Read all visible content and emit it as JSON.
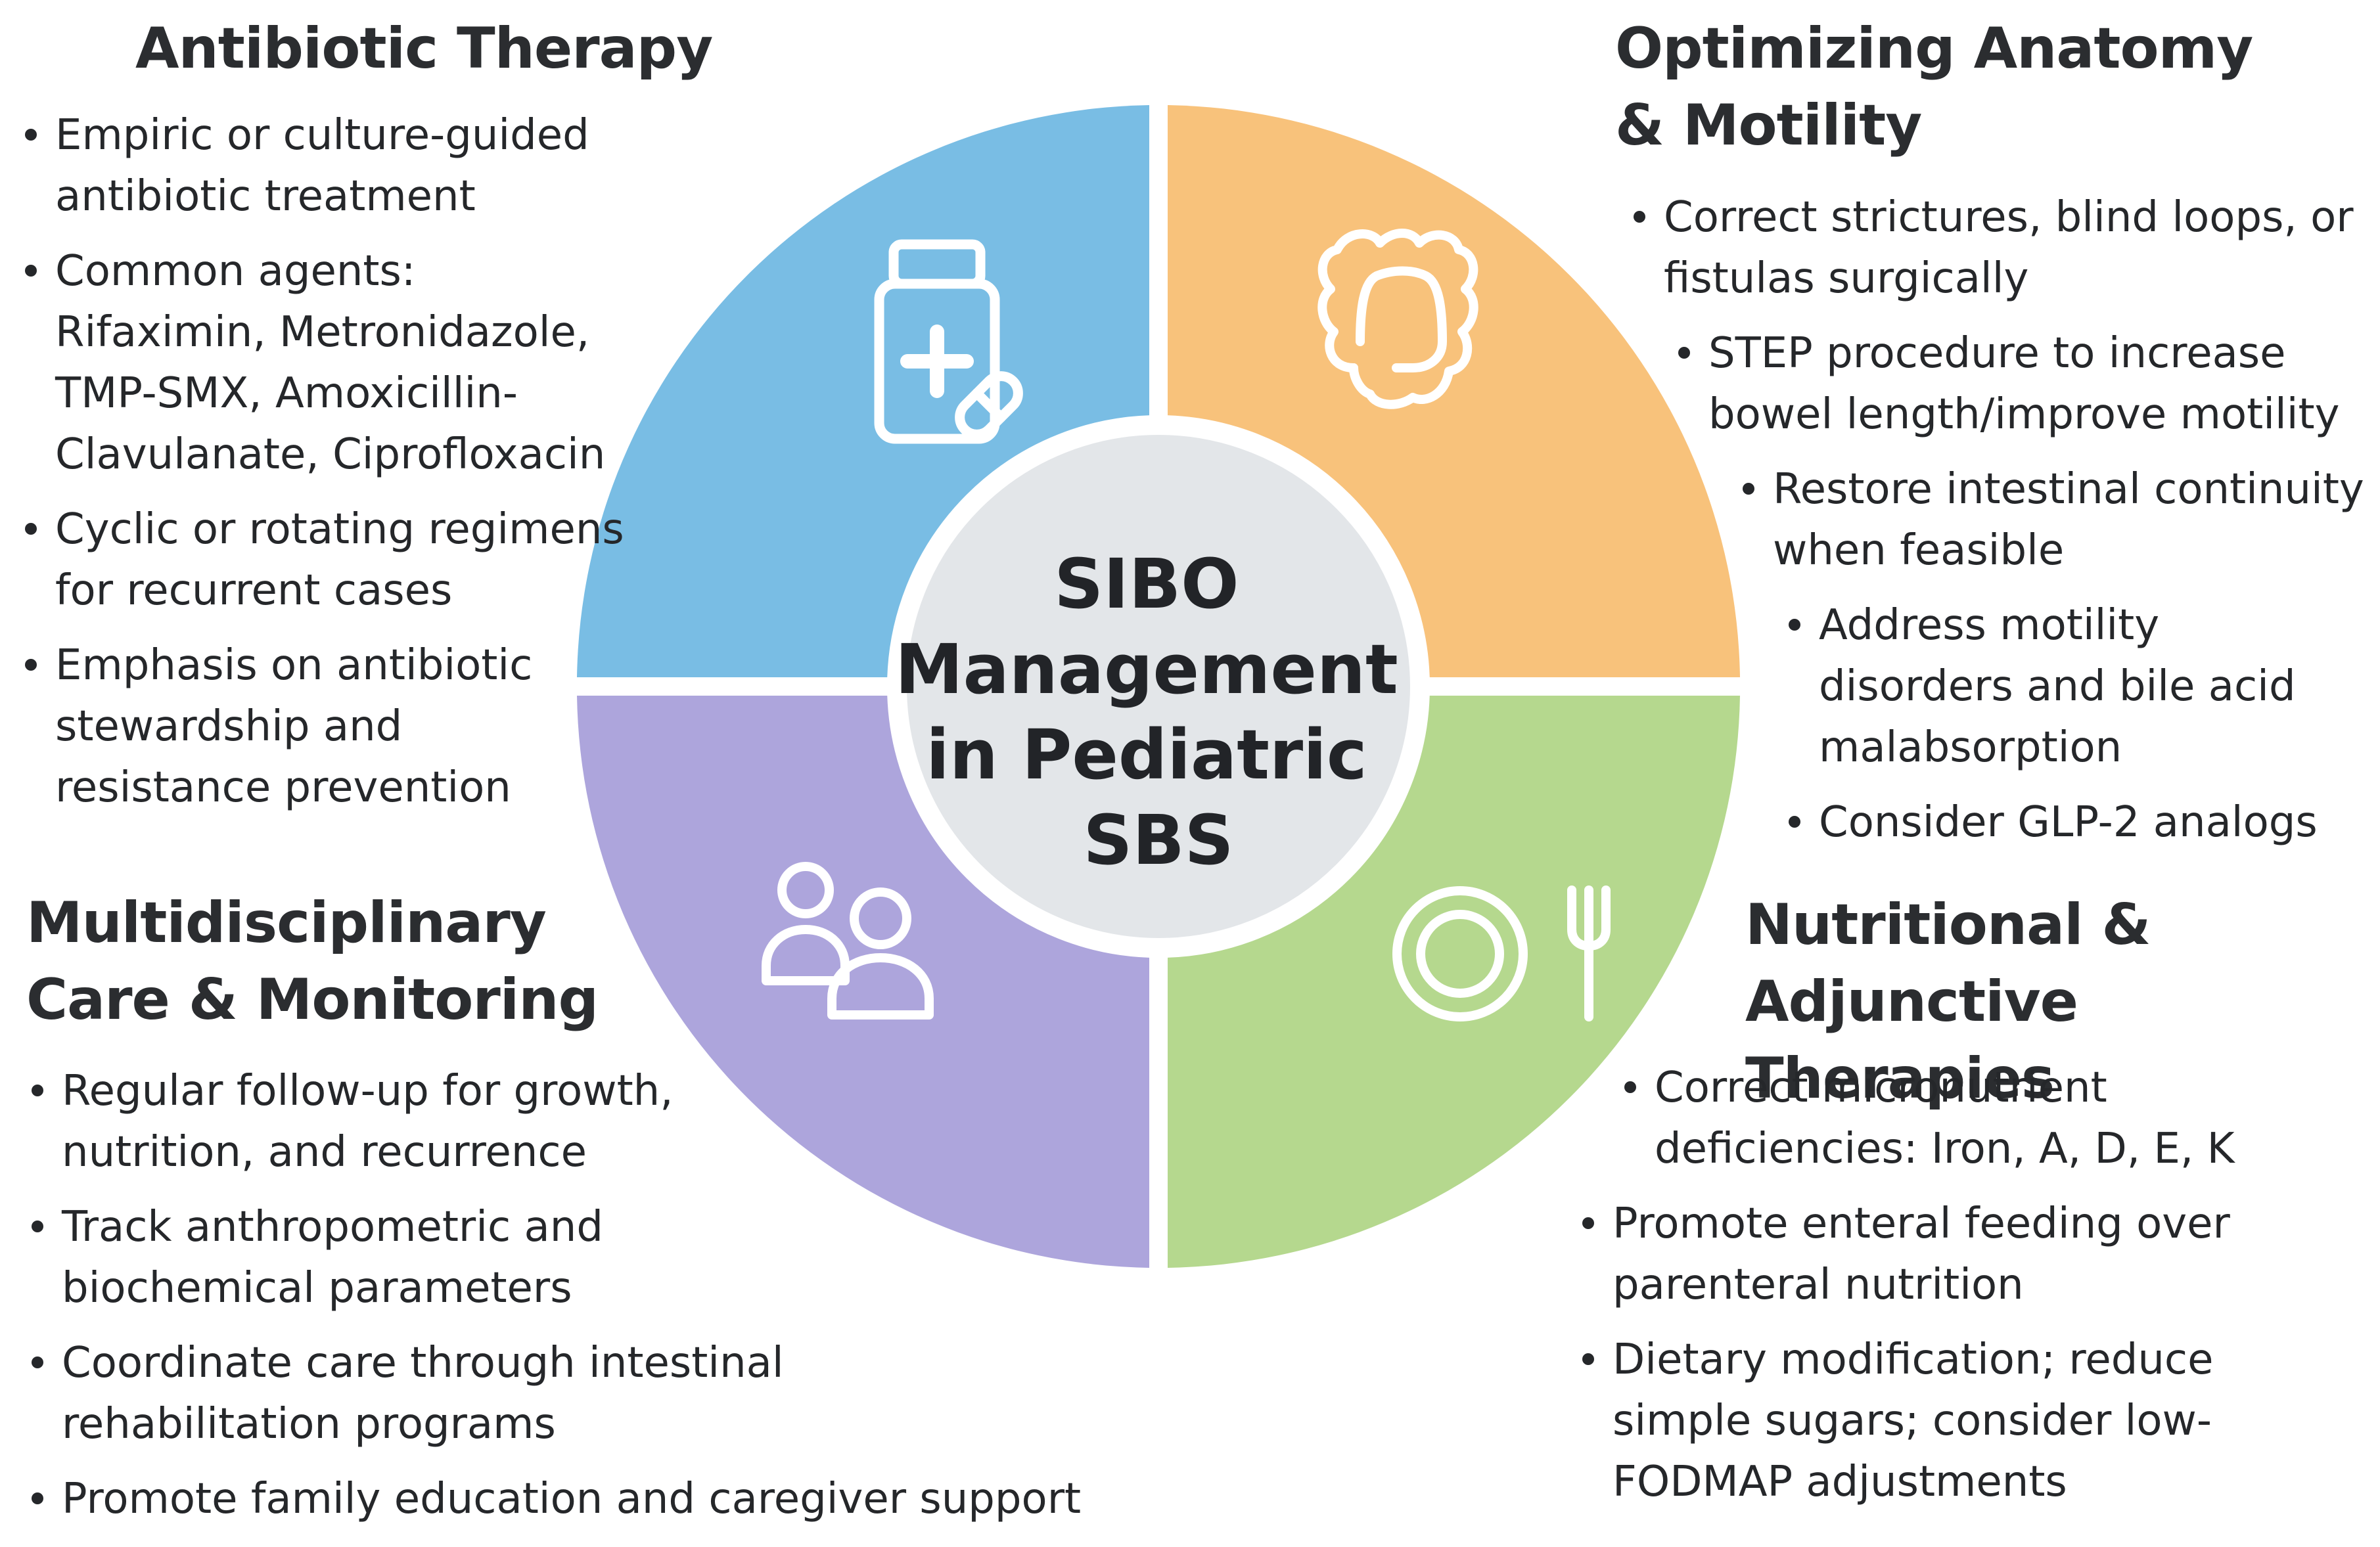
{
  "center": {
    "line1": "SIBO",
    "line2": "Management",
    "line3": "in Pediatric",
    "line4": "SBS"
  },
  "colors": {
    "blue_quadrant": "#79bde4",
    "orange_quadrant": "#f8c27b",
    "green_quadrant": "#b5d88e",
    "purple_quadrant": "#ada5dc",
    "center_circle": "#e3e6e9"
  },
  "icons": {
    "top_left": "medicine-bottle-icon",
    "top_right": "intestine-icon",
    "bottom_left": "people-icon",
    "bottom_right": "plate-fork-icon"
  },
  "antibiotic": {
    "title": "Antibiotic Therapy",
    "items": [
      "Empiric or culture-guided antibiotic treatment",
      "Common agents: Rifaximin, Metronidazole, TMP-SMX, Amoxicillin-Clavulanate, Ciprofloxacin",
      "Cyclic or rotating regimens for recurrent cases",
      "Emphasis on antibiotic stewardship and resistance prevention"
    ]
  },
  "anatomy": {
    "title_line1": "Optimizing Anatomy",
    "title_line2": "& Motility",
    "items": [
      "Correct strictures, blind loops, or fistulas surgically",
      "STEP procedure to increase bowel length/improve motility",
      "Restore intestinal continuity when feasible",
      "Address motility disorders and bile acid malabsorption",
      "Consider GLP-2 analogs"
    ]
  },
  "multidisciplinary": {
    "title_line1": "Multidisciplinary",
    "title_line2": "Care & Monitoring",
    "items": [
      "Regular follow-up for growth, nutrition, and recurrence",
      "Track anthropometric and biochemical parameters",
      "Coordinate care through intestinal rehabilitation programs",
      "Promote family education and caregiver support"
    ]
  },
  "nutrition": {
    "title_line1": "Nutritional &",
    "title_line2": "Adjunctive Therapies",
    "items": [
      "Correct micronutrient deficiencies: Iron, A, D, E, K",
      "Promote enteral feeding over parenteral nutrition",
      "Dietary modification; reduce simple sugars; consider low-FODMAP adjustments"
    ]
  }
}
